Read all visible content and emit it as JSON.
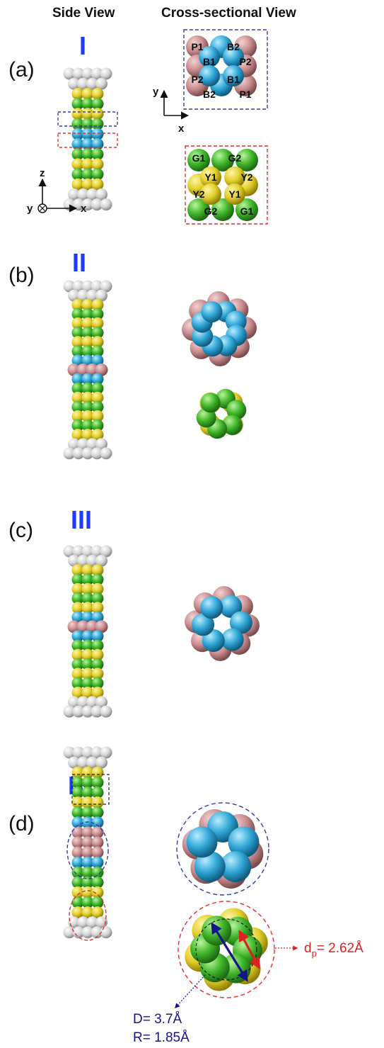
{
  "headers": {
    "side": "Side View",
    "cross": "Cross-sectional View"
  },
  "panels": [
    {
      "label": "(a)",
      "roman": "I"
    },
    {
      "label": "(b)",
      "roman": "II"
    },
    {
      "label": "(c)",
      "roman": "III"
    },
    {
      "label": "(d)",
      "roman": "IV"
    }
  ],
  "axes_side": {
    "z": "z",
    "y": "y",
    "x": "x"
  },
  "axes_cross": {
    "y": "y",
    "x": "x"
  },
  "grid_top_labels": [
    "P1",
    "B2",
    "B1",
    "P2",
    "P2",
    "B1",
    "B2",
    "P1"
  ],
  "grid_bottom_labels": [
    "G1",
    "G2",
    "Y1",
    "Y2",
    "Y2",
    "Y1",
    "G2",
    "G1"
  ],
  "annotations": {
    "D": "D= 3.7Å",
    "R": "R= 1.85Å",
    "dp_main": "d",
    "dp_sub": "p",
    "dp_value": "= 2.62Å"
  },
  "colors": {
    "white_atom": "#d8d8d8",
    "yellow_atom": "#e2cf2a",
    "green_atom": "#3fb52a",
    "blue_atom": "#2fa6d6",
    "pink_atom": "#c98d8f",
    "box_blue": "#3a3aa0",
    "box_red": "#e03030",
    "roman_blue": "#1e3cff"
  }
}
